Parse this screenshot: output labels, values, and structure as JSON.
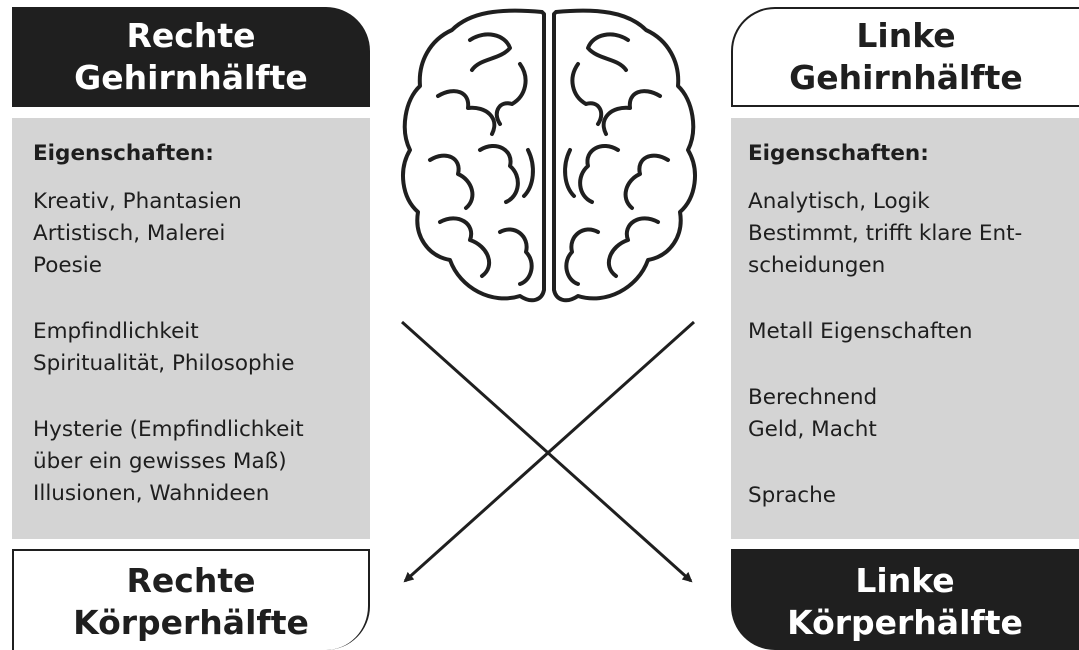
{
  "right_hemisphere": {
    "title_line1": "Rechte",
    "title_line2": "Gehirnhälfte",
    "heading": "Eigenschaften:",
    "groups": [
      [
        "Kreativ, Phantasien",
        "Artistisch, Malerei",
        "Poesie"
      ],
      [
        "Empfindlichkeit",
        "Spiritualität, Philosophie"
      ],
      [
        "Hysterie (Empfindlichkeit",
        "über ein gewisses Maß)",
        "Illusionen, Wahnideen"
      ]
    ]
  },
  "left_hemisphere": {
    "title_line1": "Linke",
    "title_line2": "Gehirnhälfte",
    "heading": "Eigenschaften:",
    "groups": [
      [
        "Analytisch, Logik",
        "Bestimmt, trifft klare Ent-",
        "scheidungen"
      ],
      [
        "Metall Eigenschaften"
      ],
      [
        "Berechnend",
        "Geld, Macht"
      ],
      [
        "Sprache"
      ]
    ]
  },
  "right_body": {
    "title_line1": "Rechte",
    "title_line2": "Körperhälfte"
  },
  "left_body": {
    "title_line1": "Linke",
    "title_line2": "Körperhälfte"
  },
  "colors": {
    "dark": "#1f1f1f",
    "panel": "#d4d4d4",
    "light": "#ffffff"
  },
  "icons": [
    "brain-icon",
    "arrow-to-right-body-icon",
    "arrow-to-left-body-icon"
  ]
}
